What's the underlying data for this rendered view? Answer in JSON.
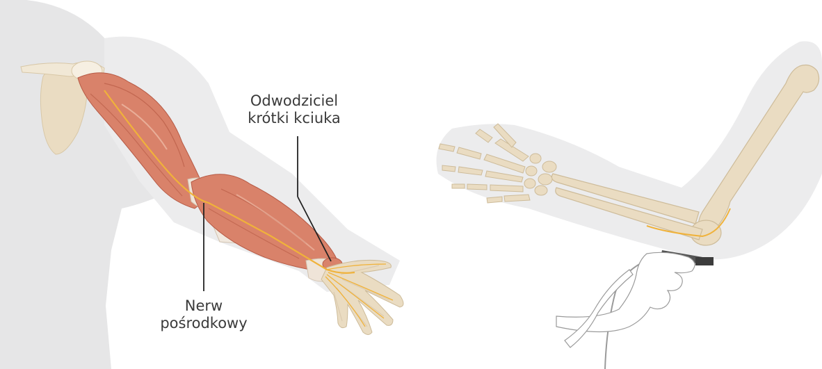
{
  "labels": {
    "abductor": {
      "line1": "Odwodziciel",
      "line2": "krótki kciuka"
    },
    "median_nerve": {
      "line1": "Nerw",
      "line2": "pośrodkowy"
    }
  },
  "colors": {
    "background": "#ffffff",
    "body_silhouette": "#e6e6e7",
    "muscle": "#d9826a",
    "muscle_dark": "#c0604a",
    "tendon": "#efe4d8",
    "bone": "#eadcc2",
    "bone_outline": "#cdbb99",
    "nerve": "#f0b23a",
    "label_text": "#3a3a3a",
    "leader_line": "#222222"
  },
  "icons": {
    "left_panel": "arm-muscle-anatomy-illustration",
    "right_panel": "arm-skeleton-with-electrode-illustration"
  }
}
